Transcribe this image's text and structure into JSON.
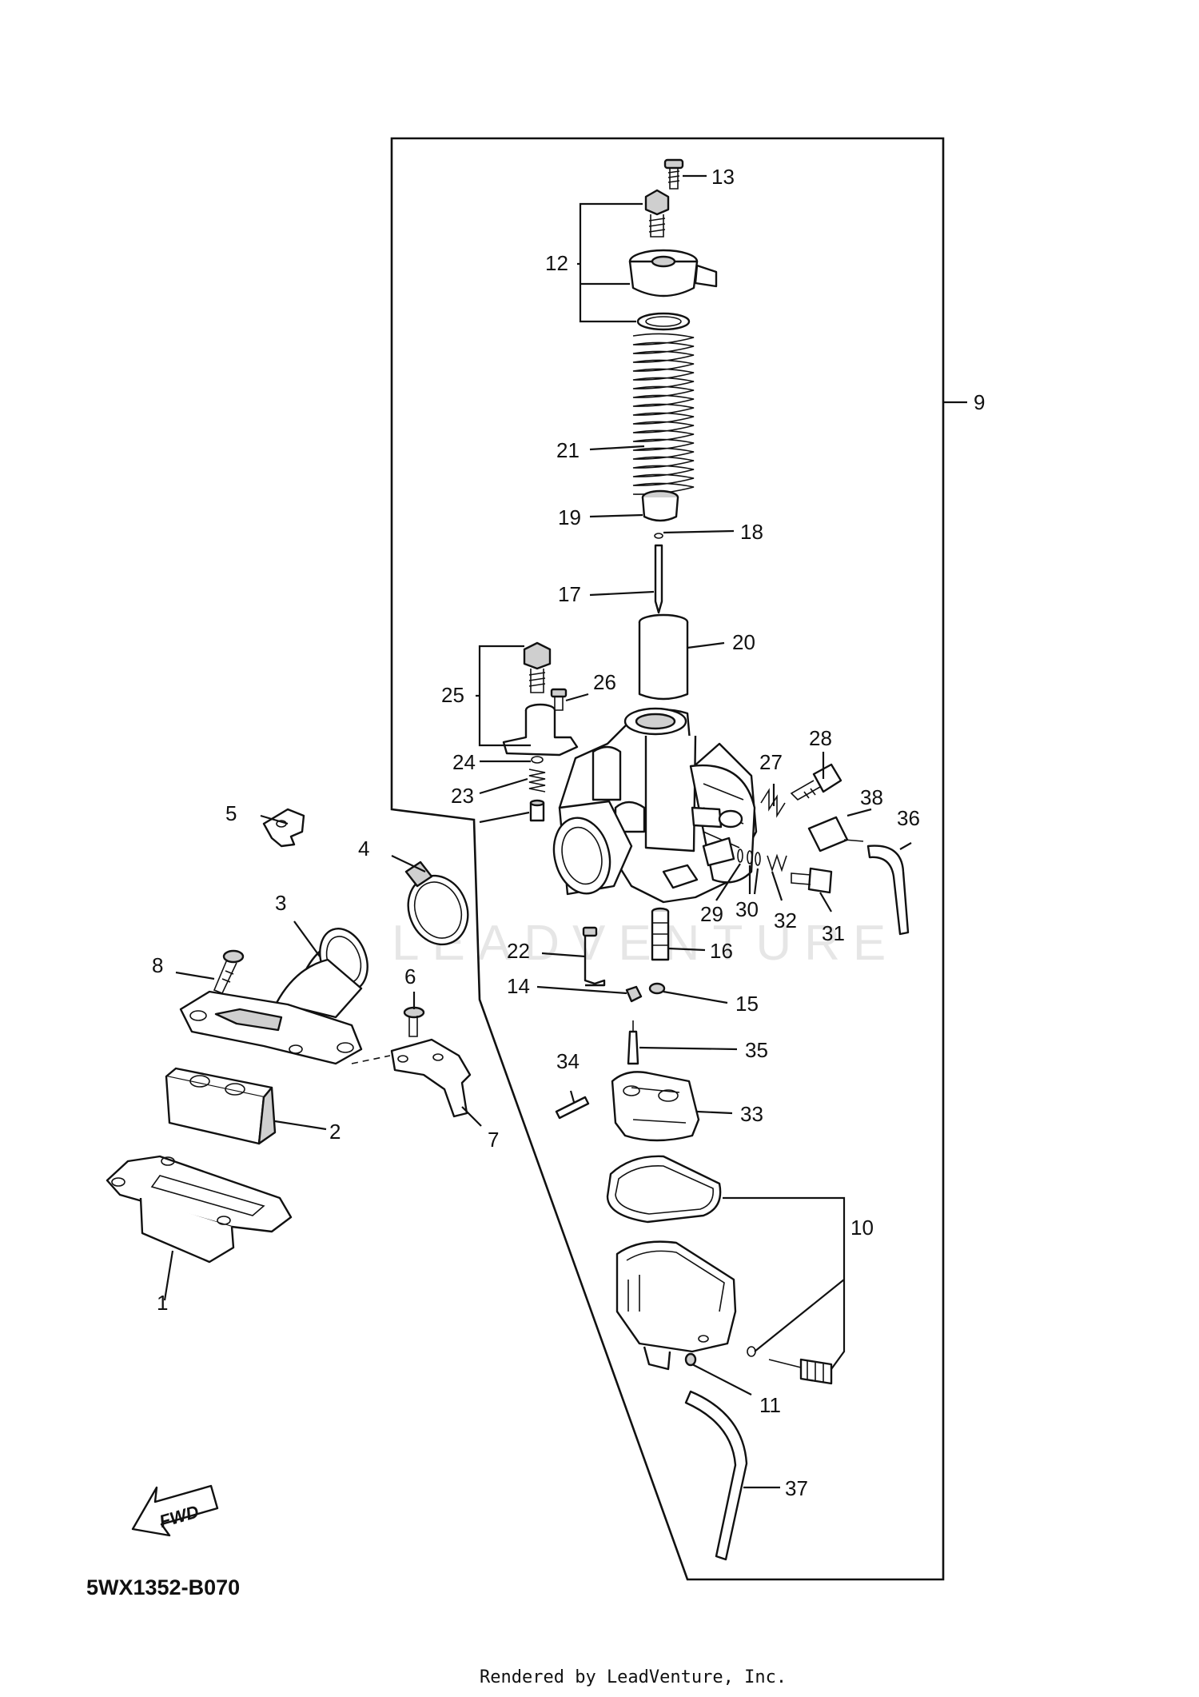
{
  "diagram": {
    "code": "5WX1352-B070",
    "credit": "Rendered by LeadVenture, Inc.",
    "watermark": "LEADVENTURE",
    "fwd_label": "FWD",
    "callouts": [
      "1",
      "2",
      "3",
      "4",
      "5",
      "6",
      "7",
      "8",
      "9",
      "10",
      "11",
      "12",
      "13",
      "14",
      "15",
      "16",
      "17",
      "18",
      "19",
      "20",
      "21",
      "22",
      "23",
      "24",
      "25",
      "26",
      "27",
      "28",
      "29",
      "30",
      "31",
      "32",
      "33",
      "34",
      "35",
      "36",
      "37",
      "38"
    ]
  }
}
